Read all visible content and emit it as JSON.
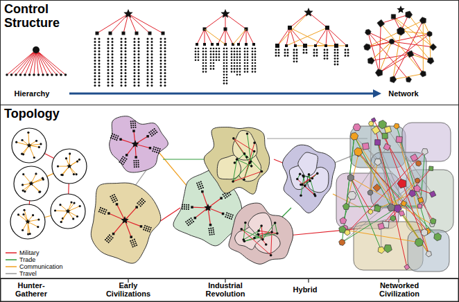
{
  "diagram": {
    "nodes": [
      {
        "text": [
          "Control Structure"
        ]
      },
      {
        "text": [
          "Topology"
        ]
      }
    ],
    "labels": [
      "Hierarchy",
      "Network",
      "Hunter-Gatherer",
      "Early Civilizations",
      "Industrial Revolution",
      "Hybrid",
      "Networked Civilization"
    ],
    "legend": [
      {
        "text": "Military"
      },
      {
        "text": "Trade"
      },
      {
        "text": "Communication"
      },
      {
        "text": "Travel"
      }
    ]
  }
}
